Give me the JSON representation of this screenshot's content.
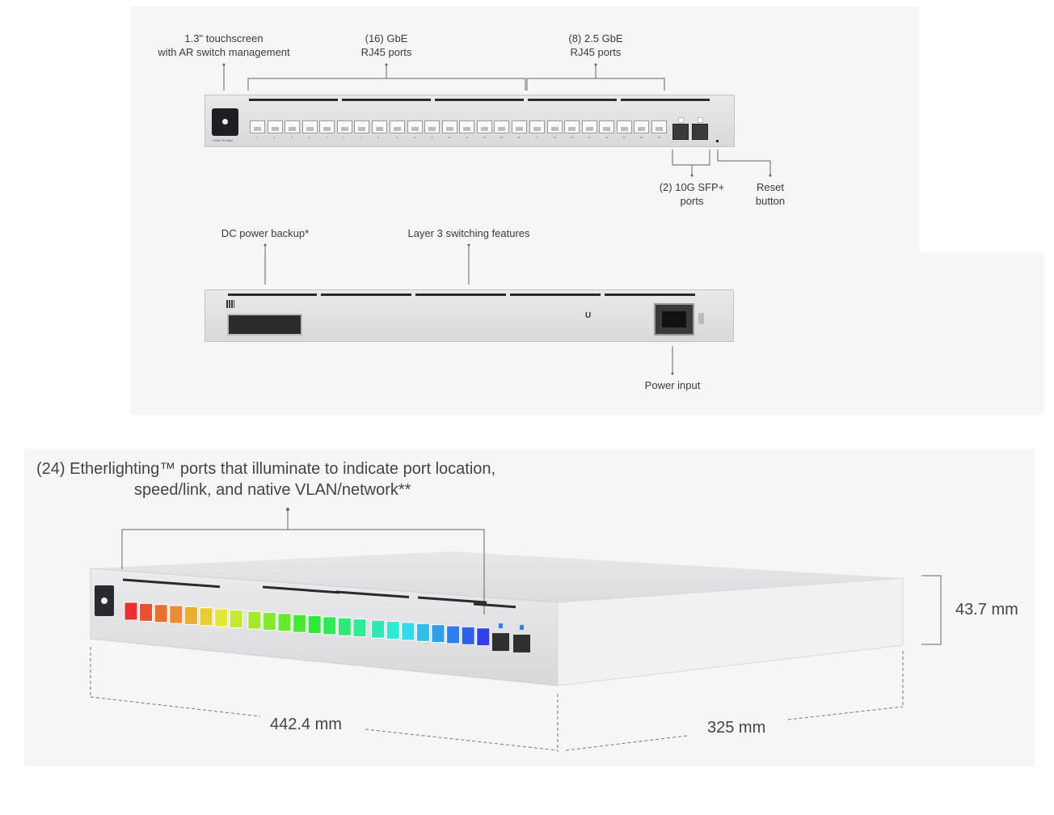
{
  "top_panel": {
    "callouts": {
      "touchscreen": [
        "1.3\" touchscreen",
        "with AR switch management"
      ],
      "gbe_ports": [
        "(16) GbE",
        "RJ45 ports"
      ],
      "gbe25_ports": [
        "(8) 2.5 GbE",
        "RJ45 ports"
      ],
      "sfp_ports": [
        "(2) 10G SFP+",
        "ports"
      ],
      "reset": [
        "Reset",
        "button"
      ],
      "dc_power": "DC power backup*",
      "layer3": "Layer 3 switching features",
      "power_input": "Power input"
    },
    "rj45_port_count": 24,
    "sfp_port_count": 2,
    "model_text": "USW Pro Max"
  },
  "bottom_panel": {
    "headline": [
      "(24) Etherlighting™ ports that illuminate to indicate port location,",
      "speed/link, and native VLAN/network**"
    ],
    "dimensions": {
      "height": "43.7 mm",
      "width": "442.4 mm",
      "depth": "325 mm"
    },
    "etherlighting_hue_start": 0,
    "etherlighting_hue_end": 235
  }
}
